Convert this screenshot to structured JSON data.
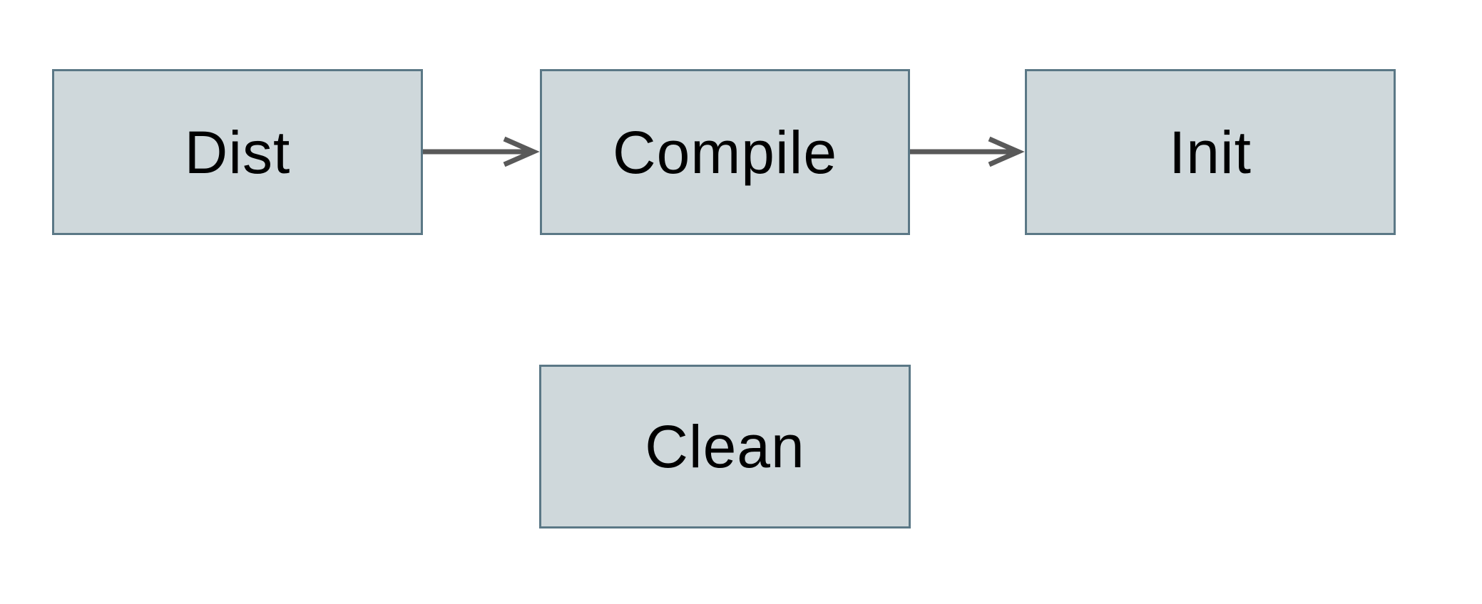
{
  "diagram": {
    "title": "build-targets-flowchart",
    "background": "#ffffff",
    "node_fill": "#cfd8db",
    "node_border": "#5b7886",
    "arrow_color": "#595959",
    "text_color": "#000000",
    "nodes": [
      {
        "id": "dist",
        "label": "Dist"
      },
      {
        "id": "compile",
        "label": "Compile"
      },
      {
        "id": "init",
        "label": "Init"
      },
      {
        "id": "clean",
        "label": "Clean"
      }
    ],
    "edges": [
      {
        "from": "Dist",
        "to": "Compile"
      },
      {
        "from": "Compile",
        "to": "Init"
      }
    ]
  }
}
